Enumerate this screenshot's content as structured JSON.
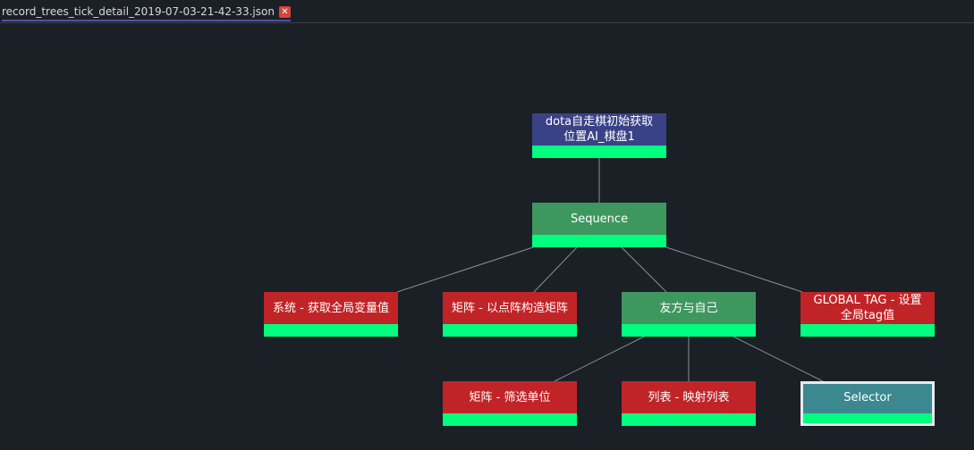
{
  "tab": {
    "title": "record_trees_tick_detail_2019-07-03-21-42-33.json",
    "close_glyph": "✕"
  },
  "colors": {
    "background": "#1b1f26",
    "root": "#3a4287",
    "composite": "#3f9760",
    "action": "#c12427",
    "selector": "#3b8890",
    "status_success": "#00ff7f",
    "edge": "#8a8f99"
  },
  "tree": {
    "root": {
      "label": "dota自走棋初始获取位置AI_棋盘1"
    },
    "sequence": {
      "label": "Sequence"
    },
    "sys_get_global": {
      "label": "系统 - 获取全局变量值"
    },
    "matrix_build": {
      "label": "矩阵 - 以点阵构造矩阵"
    },
    "friend_self": {
      "label": "友方与自己"
    },
    "global_tag": {
      "label": "GLOBAL TAG - 设置全局tag值"
    },
    "matrix_filter": {
      "label": "矩阵 - 筛选单位"
    },
    "list_map": {
      "label": "列表 - 映射列表"
    },
    "selector": {
      "label": "Selector"
    }
  }
}
